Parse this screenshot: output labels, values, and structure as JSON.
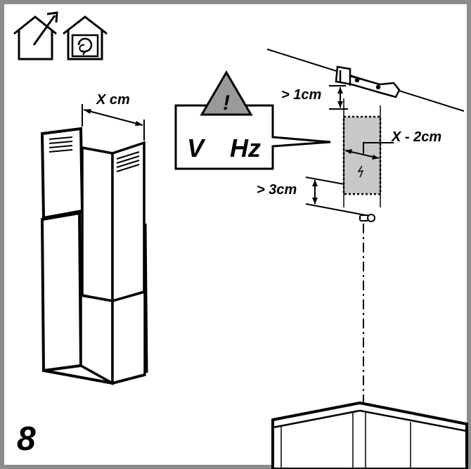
{
  "step": {
    "number": "8"
  },
  "chimney": {
    "width_label": "X cm"
  },
  "warning": {
    "symbol": "!",
    "voltage": "V",
    "frequency": "Hz"
  },
  "bracket": {
    "ceiling_gap_label": "> 1cm",
    "width_label": "X - 2cm",
    "screw_gap_label": "> 3cm"
  },
  "icons": {
    "first": "house-extraction-icon",
    "second": "house-recirculation-icon"
  },
  "colors": {
    "frame": "#8c8c8c",
    "warning_triangle": "#9a9a9a",
    "outlet_zone": "#c8c8c8",
    "line": "#000000"
  }
}
